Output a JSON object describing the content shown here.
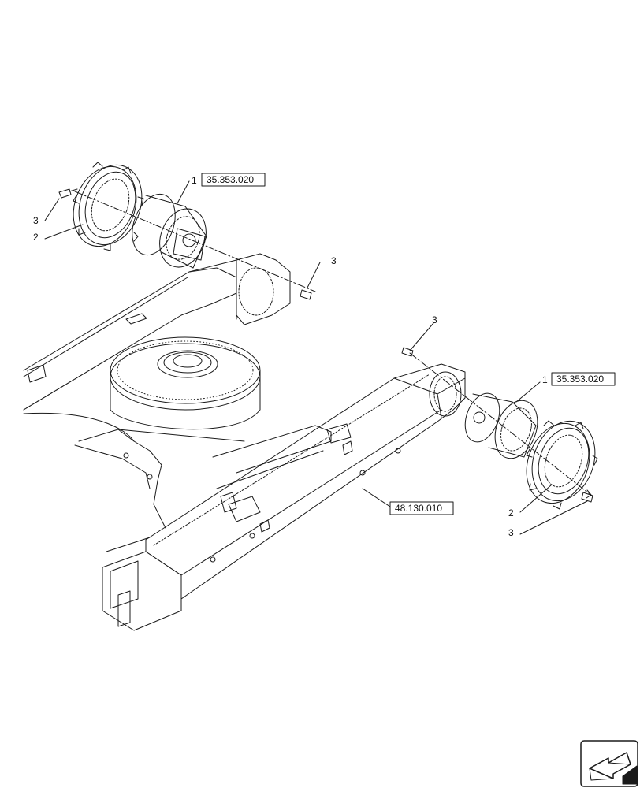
{
  "callouts": {
    "left_motor_item": "1",
    "left_motor_ref": "35.353.020",
    "left_sprocket_item": "2",
    "left_bolt_item": "3",
    "center_bolt_item": "3",
    "right_bolt_top_item": "3",
    "right_motor_item": "1",
    "right_motor_ref": "35.353.020",
    "right_sprocket_item": "2",
    "right_bolt_bottom_item": "3",
    "frame_ref": "48.130.010"
  },
  "nav": {
    "icon": "next-page-arrow-icon"
  }
}
